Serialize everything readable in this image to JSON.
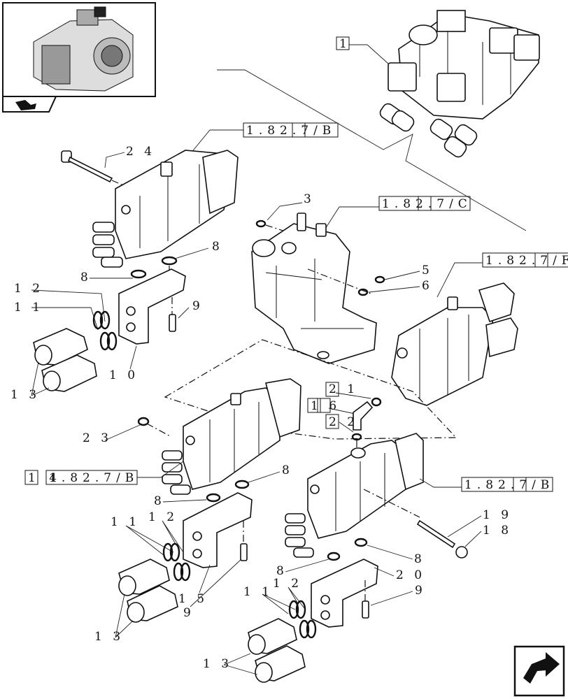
{
  "references": {
    "r1": "1.82.7/B",
    "r2": "1.82.7/C",
    "r3": "1.82.7/F",
    "r4": "1.82.7/B",
    "r5": "1.82.7/B"
  },
  "ref_boxes": {
    "r1": "2",
    "r2": "4",
    "r3": "7",
    "r4": "1",
    "r5": "1"
  },
  "boxed_numbers": {
    "main": "1",
    "b16": "1 6",
    "b14": "1 4"
  },
  "callouts": {
    "c24": "2 4",
    "c3": "3",
    "c5": "5",
    "c6": "6",
    "c8a": "8",
    "c8b": "8",
    "c9a": "9",
    "c12a": "1 2",
    "c11a": "1 1",
    "c13a": "1 3",
    "c10": "1 0",
    "c21": "2 1",
    "c22": "2 2",
    "c23": "2 3",
    "c8c": "8",
    "c8d": "8",
    "c11b": "1 1",
    "c12b": "1 2",
    "c13b": "1 3",
    "c15": "1 5",
    "c9b": "9",
    "c19": "1 9",
    "c18": "1 8",
    "c8e": "8",
    "c8f": "8",
    "c20": "2 0",
    "c11c": "1 1",
    "c12c": "1 2",
    "c9c": "9",
    "c13c": "1 3"
  },
  "icons": [
    "tractor-thumbnail-icon",
    "catalog-icon",
    "next-page-arrow-icon"
  ]
}
